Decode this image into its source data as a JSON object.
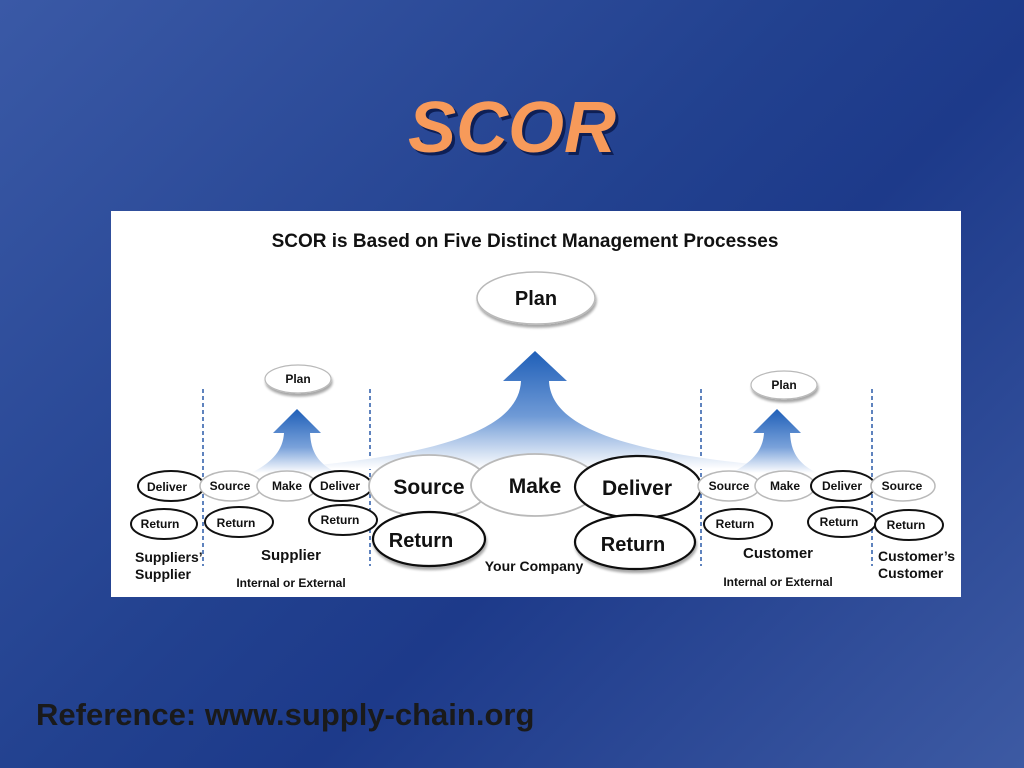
{
  "slide": {
    "title": "SCOR",
    "reference": "Reference: www.supply-chain.org"
  },
  "diagram": {
    "heading": "SCOR is Based on Five Distinct Management Processes",
    "center": {
      "plan": "Plan",
      "source": "Source",
      "make": "Make",
      "deliver": "Deliver",
      "return_left": "Return",
      "return_right": "Return",
      "label": "Your Company"
    },
    "suppliers_supplier": {
      "deliver": "Deliver",
      "return": "Return",
      "label": "Suppliers’ Supplier"
    },
    "supplier": {
      "plan": "Plan",
      "source": "Source",
      "make": "Make",
      "deliver": "Deliver",
      "return_left": "Return",
      "return_right": "Return",
      "label": "Supplier",
      "sublabel": "Internal or External"
    },
    "customer": {
      "plan": "Plan",
      "source": "Source",
      "make": "Make",
      "deliver": "Deliver",
      "return_left": "Return",
      "return_right": "Return",
      "label": "Customer",
      "sublabel": "Internal or External"
    },
    "customers_customer": {
      "source": "Source",
      "return": "Return",
      "label": "Customer’s Customer"
    },
    "colors": {
      "arrow_top": "#1f5fb8",
      "arrow_bottom": "#ffffff",
      "divider": "#2a5aa8",
      "title": "#f79a5a"
    }
  }
}
